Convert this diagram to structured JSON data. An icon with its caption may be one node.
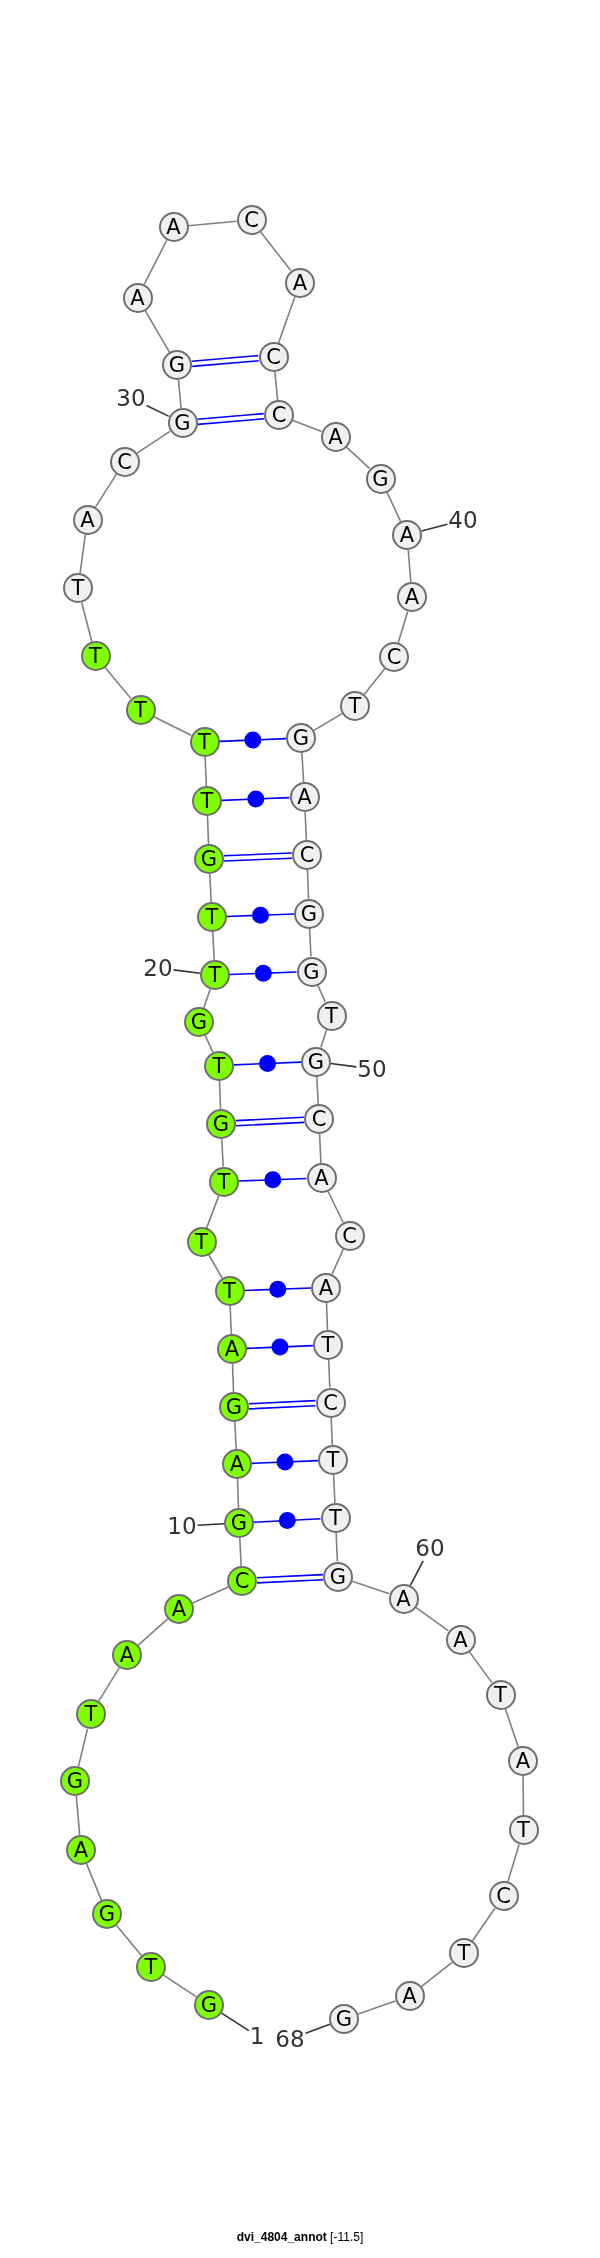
{
  "diagram": {
    "caption": "**dvi_4804_annot** [-11.5]",
    "nodes": [
      {
        "text": [
          "G"
        ]
      },
      {
        "text": [
          "T"
        ]
      },
      {
        "text": [
          "G"
        ]
      },
      {
        "text": [
          "A"
        ]
      },
      {
        "text": [
          "G"
        ]
      },
      {
        "text": [
          "T"
        ]
      },
      {
        "text": [
          "A"
        ]
      },
      {
        "text": [
          "A"
        ]
      },
      {
        "text": [
          "C"
        ]
      },
      {
        "text": [
          "G"
        ]
      },
      {
        "text": [
          "A"
        ]
      },
      {
        "text": [
          "G"
        ]
      },
      {
        "text": [
          "A"
        ]
      },
      {
        "text": [
          "T"
        ]
      },
      {
        "text": [
          "T"
        ]
      },
      {
        "text": [
          "T"
        ]
      },
      {
        "text": [
          "G"
        ]
      },
      {
        "text": [
          "T"
        ]
      },
      {
        "text": [
          "G"
        ]
      },
      {
        "text": [
          "T"
        ]
      },
      {
        "text": [
          "T"
        ]
      },
      {
        "text": [
          "G"
        ]
      },
      {
        "text": [
          "T"
        ]
      },
      {
        "text": [
          "T"
        ]
      },
      {
        "text": [
          "T"
        ]
      },
      {
        "text": [
          "T"
        ]
      },
      {
        "text": [
          "T"
        ]
      },
      {
        "text": [
          "A"
        ]
      },
      {
        "text": [
          "C"
        ]
      },
      {
        "text": [
          "G"
        ]
      },
      {
        "text": [
          "G"
        ]
      },
      {
        "text": [
          "A"
        ]
      },
      {
        "text": [
          "A"
        ]
      },
      {
        "text": [
          "C"
        ]
      },
      {
        "text": [
          "A"
        ]
      },
      {
        "text": [
          "C"
        ]
      },
      {
        "text": [
          "C"
        ]
      },
      {
        "text": [
          "A"
        ]
      },
      {
        "text": [
          "G"
        ]
      },
      {
        "text": [
          "A"
        ]
      },
      {
        "text": [
          "A"
        ]
      },
      {
        "text": [
          "C"
        ]
      },
      {
        "text": [
          "T"
        ]
      },
      {
        "text": [
          "G"
        ]
      },
      {
        "text": [
          "A"
        ]
      },
      {
        "text": [
          "C"
        ]
      },
      {
        "text": [
          "G"
        ]
      },
      {
        "text": [
          "G"
        ]
      },
      {
        "text": [
          "T"
        ]
      },
      {
        "text": [
          "G"
        ]
      },
      {
        "text": [
          "C"
        ]
      },
      {
        "text": [
          "A"
        ]
      },
      {
        "text": [
          "C"
        ]
      },
      {
        "text": [
          "A"
        ]
      },
      {
        "text": [
          "T"
        ]
      },
      {
        "text": [
          "C"
        ]
      },
      {
        "text": [
          "T"
        ]
      },
      {
        "text": [
          "T"
        ]
      },
      {
        "text": [
          "G"
        ]
      },
      {
        "text": [
          "A"
        ]
      },
      {
        "text": [
          "A"
        ]
      },
      {
        "text": [
          "T"
        ]
      },
      {
        "text": [
          "A"
        ]
      },
      {
        "text": [
          "T"
        ]
      },
      {
        "text": [
          "C"
        ]
      },
      {
        "text": [
          "T"
        ]
      },
      {
        "text": [
          "A"
        ]
      },
      {
        "text": [
          "G"
        ]
      },
      {
        "text": [
          "1"
        ]
      },
      {
        "text": [
          "10"
        ]
      },
      {
        "text": [
          "20"
        ]
      },
      {
        "text": [
          "30"
        ]
      },
      {
        "text": [
          "40"
        ]
      },
      {
        "text": [
          "50"
        ]
      },
      {
        "text": [
          "60"
        ]
      },
      {
        "text": [
          "68"
        ]
      }
    ],
    "edges": [
      {
        "from": 0,
        "to": 1,
        "arrow": "none"
      },
      {
        "from": 1,
        "to": 2,
        "arrow": "none"
      },
      {
        "from": 2,
        "to": 3,
        "arrow": "none"
      },
      {
        "from": 3,
        "to": 4,
        "arrow": "none"
      },
      {
        "from": 4,
        "to": 5,
        "arrow": "none"
      },
      {
        "from": 5,
        "to": 6,
        "arrow": "none"
      },
      {
        "from": 6,
        "to": 7,
        "arrow": "none"
      },
      {
        "from": 7,
        "to": 8,
        "arrow": "none"
      },
      {
        "from": 8,
        "to": 9,
        "arrow": "none"
      },
      {
        "from": 9,
        "to": 10,
        "arrow": "none"
      },
      {
        "from": 10,
        "to": 11,
        "arrow": "none"
      },
      {
        "from": 11,
        "to": 12,
        "arrow": "none"
      },
      {
        "from": 12,
        "to": 13,
        "arrow": "none"
      },
      {
        "from": 13,
        "to": 14,
        "arrow": "none"
      },
      {
        "from": 14,
        "to": 15,
        "arrow": "none"
      },
      {
        "from": 15,
        "to": 16,
        "arrow": "none"
      },
      {
        "from": 16,
        "to": 17,
        "arrow": "none"
      },
      {
        "from": 17,
        "to": 18,
        "arrow": "none"
      },
      {
        "from": 18,
        "to": 19,
        "arrow": "none"
      },
      {
        "from": 19,
        "to": 20,
        "arrow": "none"
      },
      {
        "from": 20,
        "to": 21,
        "arrow": "none"
      },
      {
        "from": 21,
        "to": 22,
        "arrow": "none"
      },
      {
        "from": 22,
        "to": 23,
        "arrow": "none"
      },
      {
        "from": 23,
        "to": 24,
        "arrow": "none"
      },
      {
        "from": 24,
        "to": 25,
        "arrow": "none"
      },
      {
        "from": 25,
        "to": 26,
        "arrow": "none"
      },
      {
        "from": 26,
        "to": 27,
        "arrow": "none"
      },
      {
        "from": 27,
        "to": 28,
        "arrow": "none"
      },
      {
        "from": 28,
        "to": 29,
        "arrow": "none"
      },
      {
        "from": 29,
        "to": 30,
        "arrow": "none"
      },
      {
        "from": 30,
        "to": 31,
        "arrow": "none"
      },
      {
        "from": 31,
        "to": 32,
        "arrow": "none"
      },
      {
        "from": 32,
        "to": 33,
        "arrow": "none"
      },
      {
        "from": 33,
        "to": 34,
        "arrow": "none"
      },
      {
        "from": 34,
        "to": 35,
        "arrow": "none"
      },
      {
        "from": 35,
        "to": 36,
        "arrow": "none"
      },
      {
        "from": 36,
        "to": 37,
        "arrow": "none"
      },
      {
        "from": 37,
        "to": 38,
        "arrow": "none"
      },
      {
        "from": 38,
        "to": 39,
        "arrow": "none"
      },
      {
        "from": 39,
        "to": 40,
        "arrow": "none"
      },
      {
        "from": 40,
        "to": 41,
        "arrow": "none"
      },
      {
        "from": 41,
        "to": 42,
        "arrow": "none"
      },
      {
        "from": 42,
        "to": 43,
        "arrow": "none"
      },
      {
        "from": 43,
        "to": 44,
        "arrow": "none"
      },
      {
        "from": 44,
        "to": 45,
        "arrow": "none"
      },
      {
        "from": 45,
        "to": 46,
        "arrow": "none"
      },
      {
        "from": 46,
        "to": 47,
        "arrow": "none"
      },
      {
        "from": 47,
        "to": 48,
        "arrow": "none"
      },
      {
        "from": 48,
        "to": 49,
        "arrow": "none"
      },
      {
        "from": 49,
        "to": 50,
        "arrow": "none"
      },
      {
        "from": 50,
        "to": 51,
        "arrow": "none"
      },
      {
        "from": 51,
        "to": 52,
        "arrow": "none"
      },
      {
        "from": 52,
        "to": 53,
        "arrow": "none"
      },
      {
        "from": 53,
        "to": 54,
        "arrow": "none"
      },
      {
        "from": 54,
        "to": 55,
        "arrow": "none"
      },
      {
        "from": 55,
        "to": 56,
        "arrow": "none"
      },
      {
        "from": 56,
        "to": 57,
        "arrow": "none"
      },
      {
        "from": 57,
        "to": 58,
        "arrow": "none"
      },
      {
        "from": 58,
        "to": 59,
        "arrow": "none"
      },
      {
        "from": 59,
        "to": 60,
        "arrow": "none"
      },
      {
        "from": 60,
        "to": 61,
        "arrow": "none"
      },
      {
        "from": 61,
        "to": 62,
        "arrow": "none"
      },
      {
        "from": 62,
        "to": 63,
        "arrow": "none"
      },
      {
        "from": 63,
        "to": 64,
        "arrow": "none"
      },
      {
        "from": 64,
        "to": 65,
        "arrow": "none"
      },
      {
        "from": 65,
        "to": 66,
        "arrow": "none"
      },
      {
        "from": 66,
        "to": 67,
        "arrow": "none"
      },
      {
        "from": 8,
        "to": 58,
        "arrow": "none",
        "color": "#0000ff"
      },
      {
        "from": 9,
        "to": 57,
        "arrow": "none",
        "color": "#0000ff"
      },
      {
        "from": 10,
        "to": 56,
        "arrow": "none",
        "color": "#0000ff"
      },
      {
        "from": 11,
        "to": 55,
        "arrow": "none",
        "color": "#0000ff"
      },
      {
        "from": 12,
        "to": 54,
        "arrow": "none",
        "color": "#0000ff"
      },
      {
        "from": 13,
        "to": 53,
        "arrow": "none",
        "color": "#0000ff"
      },
      {
        "from": 15,
        "to": 51,
        "arrow": "none",
        "color": "#0000ff"
      },
      {
        "from": 16,
        "to": 50,
        "arrow": "none",
        "color": "#0000ff"
      },
      {
        "from": 17,
        "to": 49,
        "arrow": "none",
        "color": "#0000ff"
      },
      {
        "from": 19,
        "to": 47,
        "arrow": "none",
        "color": "#0000ff"
      },
      {
        "from": 20,
        "to": 46,
        "arrow": "none",
        "color": "#0000ff"
      },
      {
        "from": 21,
        "to": 45,
        "arrow": "none",
        "color": "#0000ff"
      },
      {
        "from": 22,
        "to": 44,
        "arrow": "none",
        "color": "#0000ff"
      },
      {
        "from": 23,
        "to": 43,
        "arrow": "none",
        "color": "#0000ff"
      },
      {
        "from": 29,
        "to": 36,
        "arrow": "none",
        "color": "#0000ff"
      },
      {
        "from": 30,
        "to": 35,
        "arrow": "none",
        "color": "#0000ff"
      },
      {
        "from": 68,
        "to": 0,
        "arrow": "none",
        "color": "#333333"
      },
      {
        "from": 69,
        "to": 9,
        "arrow": "none",
        "color": "#333333"
      },
      {
        "from": 70,
        "to": 19,
        "arrow": "none",
        "color": "#333333"
      },
      {
        "from": 71,
        "to": 29,
        "arrow": "none",
        "color": "#333333"
      },
      {
        "from": 72,
        "to": 39,
        "arrow": "none",
        "color": "#333333"
      },
      {
        "from": 73,
        "to": 49,
        "arrow": "none",
        "color": "#333333"
      },
      {
        "from": 74,
        "to": 59,
        "arrow": "none",
        "color": "#333333"
      },
      {
        "from": 75,
        "to": 67,
        "arrow": "none",
        "color": "#333333"
      }
    ]
  }
}
